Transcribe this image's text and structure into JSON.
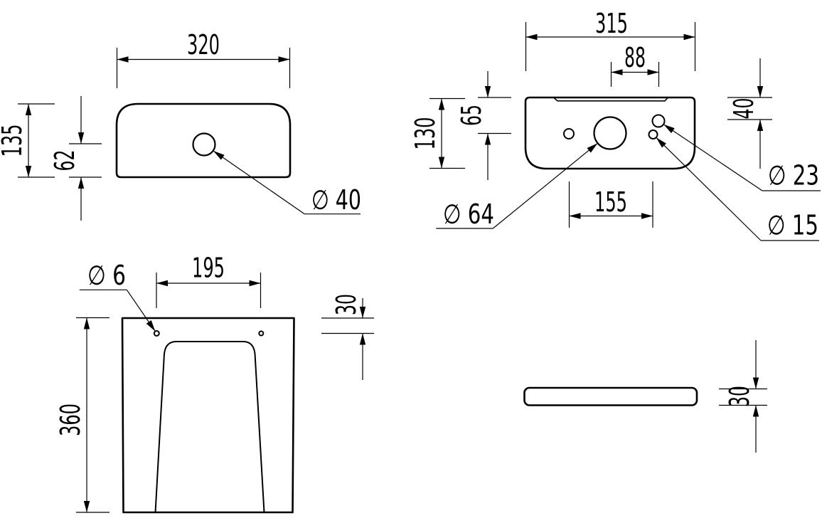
{
  "drawing": {
    "title": "cistern-and-pedestal-dimension-drawing",
    "colors": {
      "background": "#ffffff",
      "line": "#000000"
    },
    "views": {
      "lid_top_view": {
        "width": "320",
        "height": "135",
        "hole_offset": "62",
        "hole_label": "∅ 40"
      },
      "cistern_back_view": {
        "width": "315",
        "top_hole_spacing": "88",
        "height": "130",
        "center_height": "65",
        "side_hole_height": "40",
        "bottom_hole_spacing": "155",
        "large_hole_label": "∅ 64",
        "side_hole_label": "∅ 23",
        "small_hole_label": "∅ 15"
      },
      "pedestal_front_view": {
        "hole_spacing": "195",
        "fixing_hole_label": "∅ 6",
        "height": "360",
        "hole_top_offset": "30"
      },
      "shelf_side_view": {
        "thickness": "30"
      }
    }
  }
}
